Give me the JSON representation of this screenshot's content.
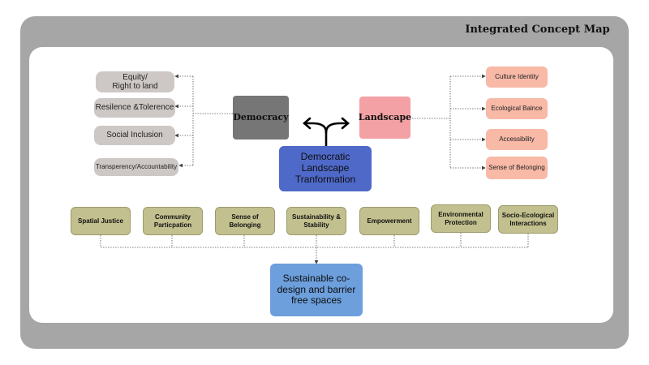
{
  "title": "Integrated Concept Map",
  "hubs": {
    "democracy": "Democracy",
    "landscape": "Landscape",
    "center_line1": "Democratic",
    "center_line2": "Landscape",
    "center_line3": "Tranformation"
  },
  "democracy_items": [
    {
      "line1": "Equity/",
      "line2": "Right to land"
    },
    {
      "line1": "Resilence &Tolerence",
      "line2": ""
    },
    {
      "line1": "Social Inclusion",
      "line2": ""
    },
    {
      "line1": "Transperency/Accountability",
      "line2": ""
    }
  ],
  "landscape_items": [
    "Culture Identity",
    "Ecological Balnce",
    "Accessibility",
    "Sense of Belonging"
  ],
  "principles": [
    {
      "line1": "Spatial Justice",
      "line2": ""
    },
    {
      "line1": "Community",
      "line2": "Particpation"
    },
    {
      "line1": "Sense of Belonging",
      "line2": ""
    },
    {
      "line1": "Sustainability &",
      "line2": "Stability"
    },
    {
      "line1": "Empowerment",
      "line2": ""
    },
    {
      "line1": "Environmental",
      "line2": "Protection"
    },
    {
      "line1": "Socio-Ecological",
      "line2": "Interactions"
    }
  ],
  "outcome": {
    "line1": "Sustainable co-",
    "line2": "design and barrier",
    "line3": "free spaces"
  }
}
